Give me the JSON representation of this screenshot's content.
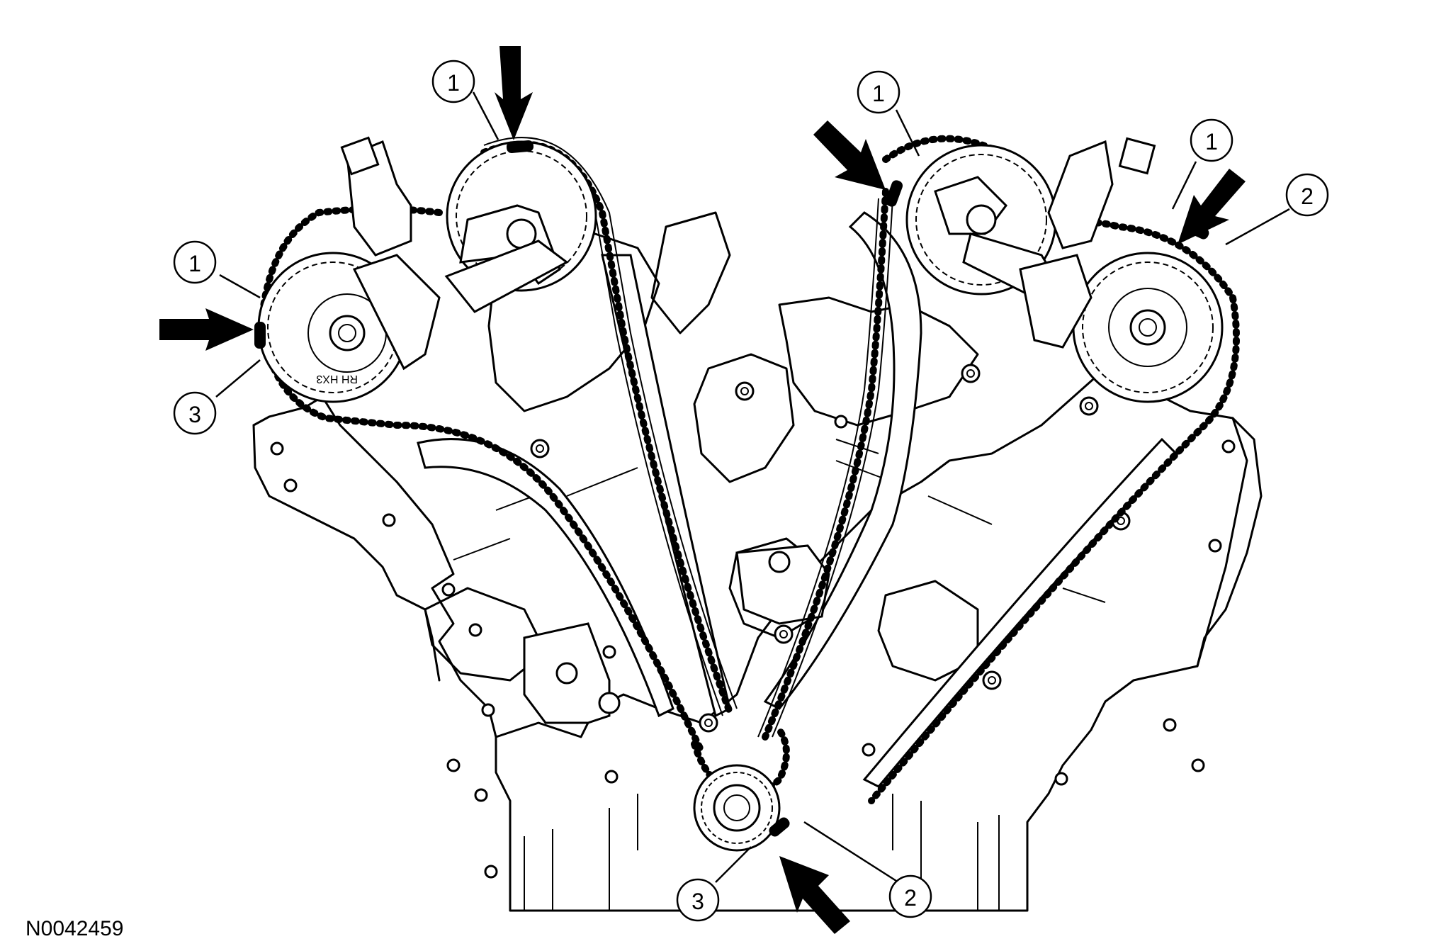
{
  "figure": {
    "id_label": "N0042459"
  },
  "callouts": [
    {
      "key": "lh-exhaust",
      "label": "1"
    },
    {
      "key": "lh-intake",
      "label": "1"
    },
    {
      "key": "lh-bottom",
      "label": "3"
    },
    {
      "key": "rh-intake",
      "label": "1"
    },
    {
      "key": "rh-exhaust",
      "label": "1"
    },
    {
      "key": "rh-exhaust-2",
      "label": "2"
    },
    {
      "key": "crank-3",
      "label": "3"
    },
    {
      "key": "crank-2",
      "label": "2"
    }
  ],
  "cam_marking": "RH HX3",
  "colors": {
    "line": "#000000",
    "background": "#ffffff"
  }
}
